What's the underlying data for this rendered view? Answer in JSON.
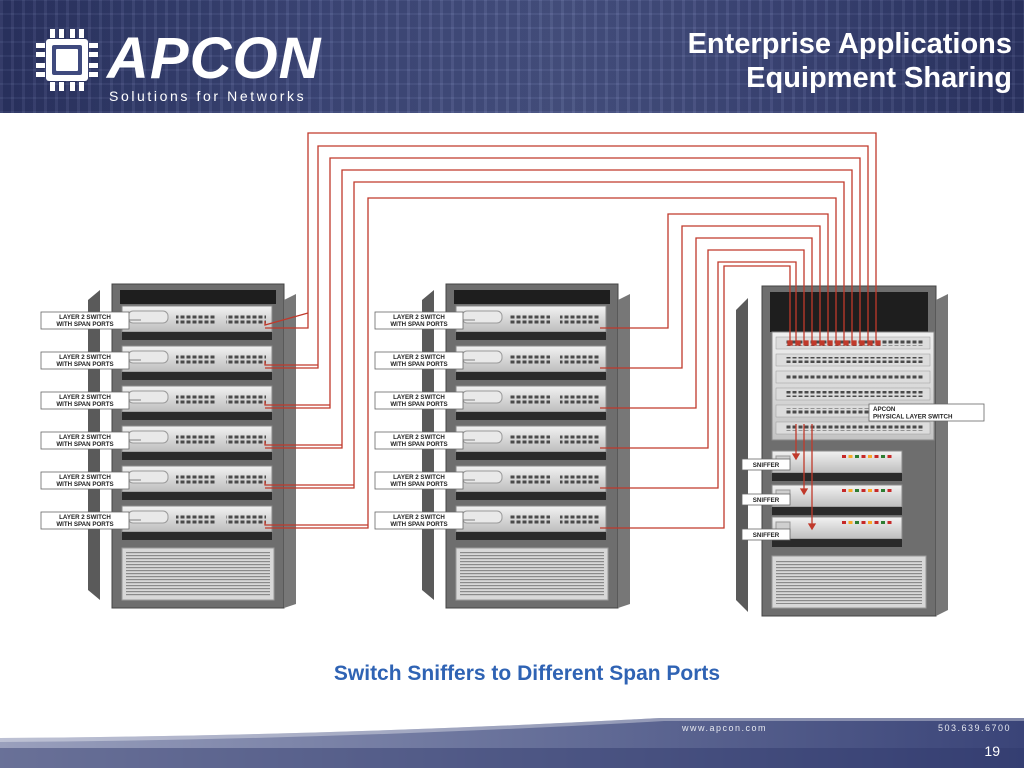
{
  "header": {
    "brand": "APCON",
    "tagline": "Solutions for Networks",
    "title_line1": "Enterprise Applications",
    "title_line2": "Equipment Sharing"
  },
  "diagram": {
    "switch_label_line1": "LAYER 2 SWITCH",
    "switch_label_line2": "WITH SPAN PORTS",
    "apcon_label_line1": "APCON",
    "apcon_label_line2": "PHYSICAL LAYER SWITCH",
    "sniffer_label": "SNIFFER",
    "switches_per_rack": 6,
    "sniffer_count": 3,
    "colors": {
      "link": "#c0392b",
      "rack": "#6b6b6b",
      "header_bg": "#3a4478",
      "caption": "#2f63b4"
    }
  },
  "caption": "Switch Sniffers to Different Span Ports",
  "footer": {
    "url": "www.apcon.com",
    "phone": "503.639.6700",
    "page_number": "19"
  }
}
